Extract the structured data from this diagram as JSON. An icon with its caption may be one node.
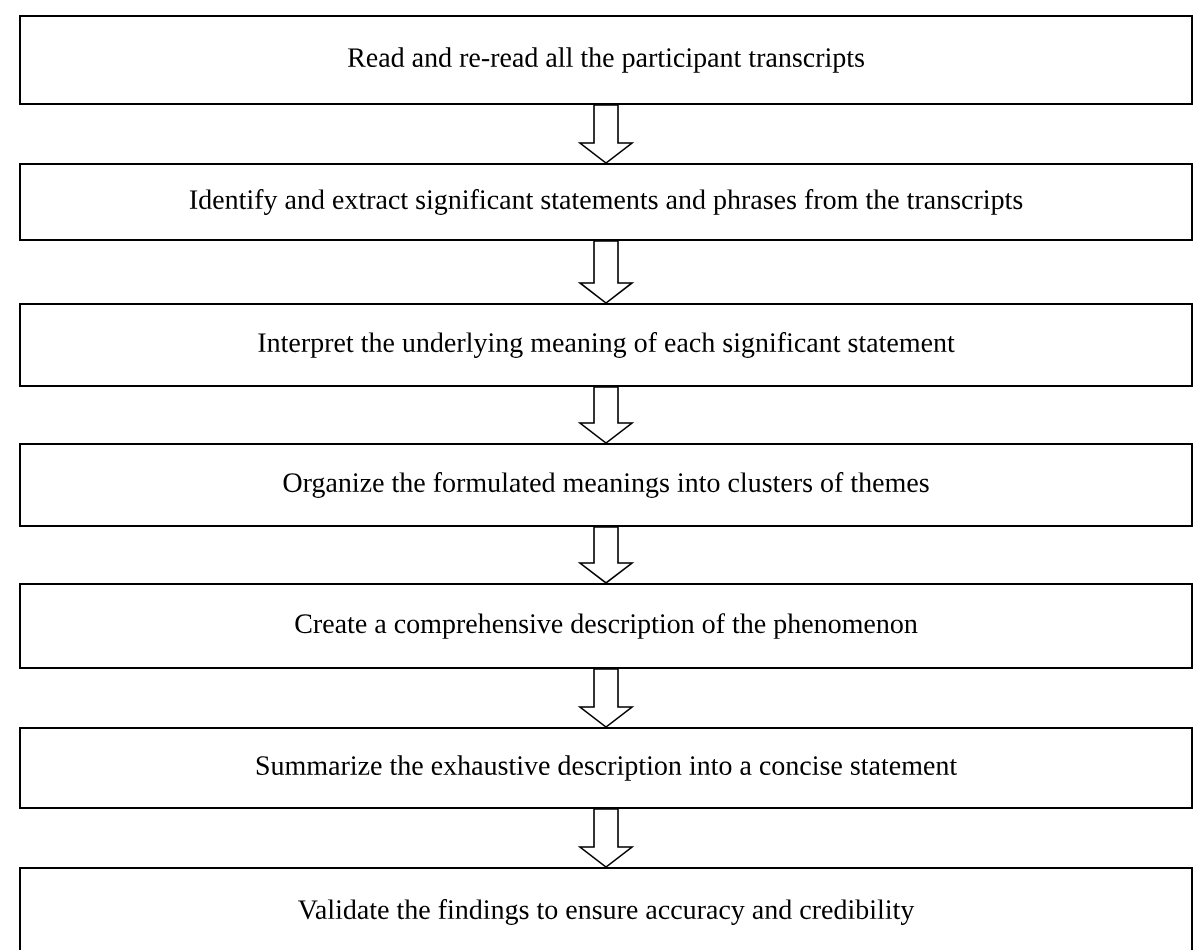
{
  "diagram": {
    "nodes": [
      {
        "text": [
          "Read and re-read all the participant transcripts"
        ]
      },
      {
        "text": [
          "Identify and extract significant statements and phrases from the transcripts"
        ]
      },
      {
        "text": [
          "Interpret the underlying meaning of each significant statement"
        ]
      },
      {
        "text": [
          "Organize the formulated meanings into clusters of themes"
        ]
      },
      {
        "text": [
          "Create a comprehensive description of the phenomenon"
        ]
      },
      {
        "text": [
          "Summarize the exhaustive description into a concise statement"
        ]
      },
      {
        "text": [
          "Validate the findings to ensure accuracy and credibility"
        ]
      }
    ],
    "edges": [
      {
        "from": 0,
        "to": 1,
        "arrow": "to"
      },
      {
        "from": 1,
        "to": 2,
        "arrow": "to"
      },
      {
        "from": 2,
        "to": 3,
        "arrow": "to"
      },
      {
        "from": 3,
        "to": 4,
        "arrow": "to"
      },
      {
        "from": 4,
        "to": 5,
        "arrow": "to"
      },
      {
        "from": 5,
        "to": 6,
        "arrow": "to"
      }
    ]
  }
}
